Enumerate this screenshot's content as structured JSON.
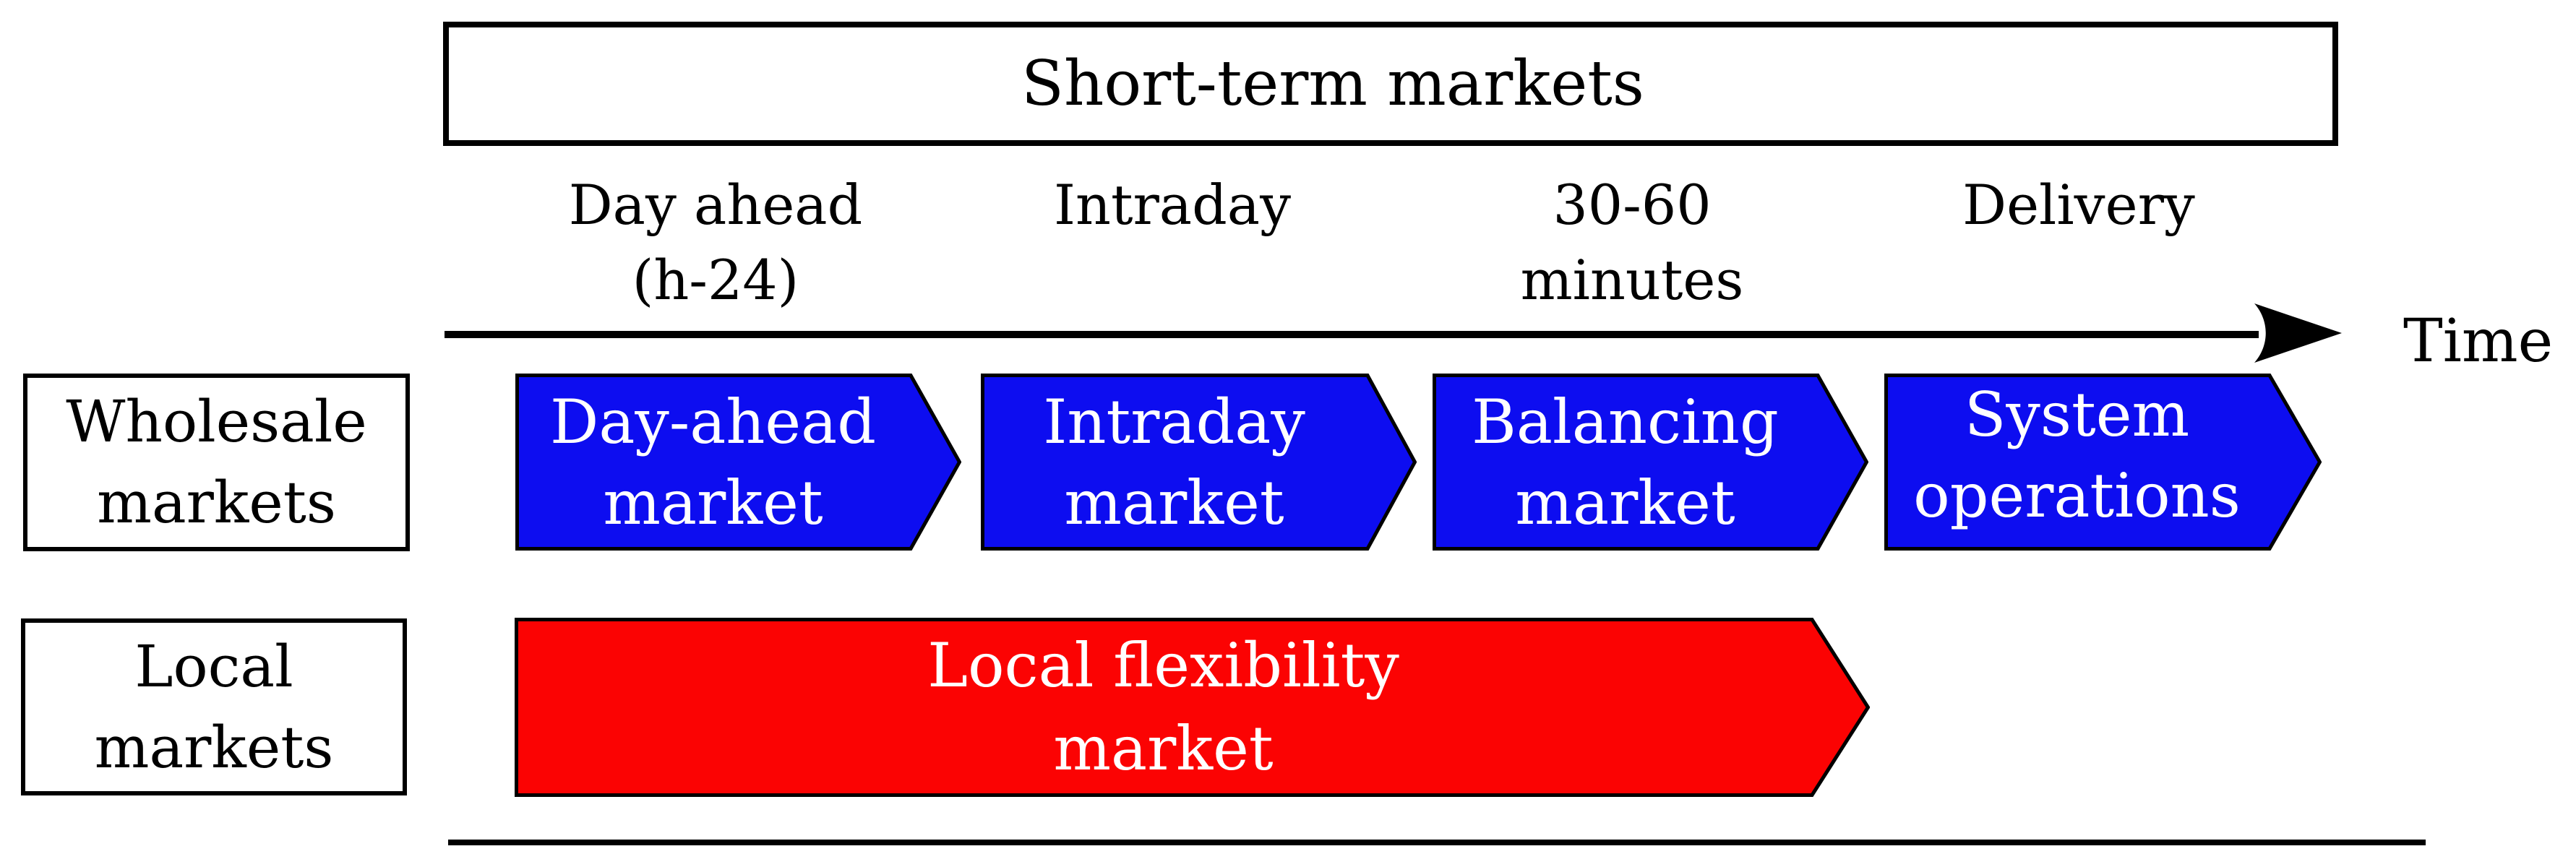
{
  "title_box": {
    "label": "Short-term markets"
  },
  "timeline": {
    "axis_label": "Time",
    "stages": [
      {
        "line1": "Day ahead",
        "line2": "(h-24)"
      },
      {
        "line1": "Intraday",
        "line2": ""
      },
      {
        "line1": "30-60",
        "line2": "minutes"
      },
      {
        "line1": "Delivery",
        "line2": ""
      }
    ]
  },
  "wholesale_row": {
    "header": {
      "line1": "Wholesale",
      "line2": "markets"
    },
    "arrows": [
      {
        "line1": "Day-ahead",
        "line2": "market"
      },
      {
        "line1": "Intraday",
        "line2": "market"
      },
      {
        "line1": "Balancing",
        "line2": "market"
      },
      {
        "line1": "System",
        "line2": "operations"
      }
    ]
  },
  "local_row": {
    "header": {
      "line1": "Local",
      "line2": "markets"
    },
    "arrow": {
      "line1": "Local flexibility",
      "line2": "market"
    }
  },
  "colors": {
    "wholesale_arrow": "#0d0df0",
    "local_arrow": "#fb0303",
    "outline": "#000000",
    "background": "#ffffff"
  }
}
